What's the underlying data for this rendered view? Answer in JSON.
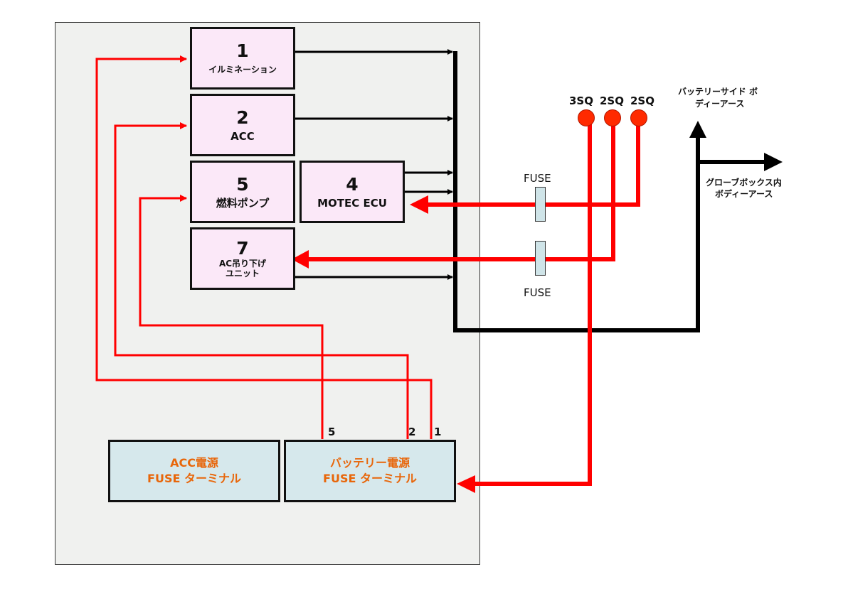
{
  "boxes": {
    "b1": {
      "num": "1",
      "label": "イルミネーション"
    },
    "b2": {
      "num": "2",
      "label": "ACC"
    },
    "b5": {
      "num": "5",
      "label": "燃料ポンプ"
    },
    "b4": {
      "num": "4",
      "label": "MOTEC ECU"
    },
    "b7": {
      "num": "7",
      "label1": "AC吊り下げ",
      "label2": "ユニット"
    }
  },
  "terminals": {
    "acc": {
      "line1": "ACC電源",
      "line2": "FUSE ターミナル"
    },
    "battery": {
      "line1": "バッテリー電源",
      "line2": "FUSE ターミナル"
    }
  },
  "terminal_pins": {
    "pin5": "5",
    "pin2": "2",
    "pin1": "1"
  },
  "fuses": {
    "top_label": "FUSE",
    "bottom_label": "FUSE"
  },
  "wire_sizes": {
    "w1": "3SQ",
    "w2": "2SQ",
    "w3": "2SQ"
  },
  "grounds": {
    "battery_side_1": "バッテリーサイド ボ",
    "battery_side_2": "ディーアース",
    "glovebox_1": "グローブボックス内",
    "glovebox_2": "ボディーアース"
  },
  "colors": {
    "power_wire": "#ff0000",
    "ground_wire": "#000000",
    "device_box": "#fbe8f8",
    "terminal_box": "#d6e8ec",
    "terminal_text": "#e8660a"
  }
}
